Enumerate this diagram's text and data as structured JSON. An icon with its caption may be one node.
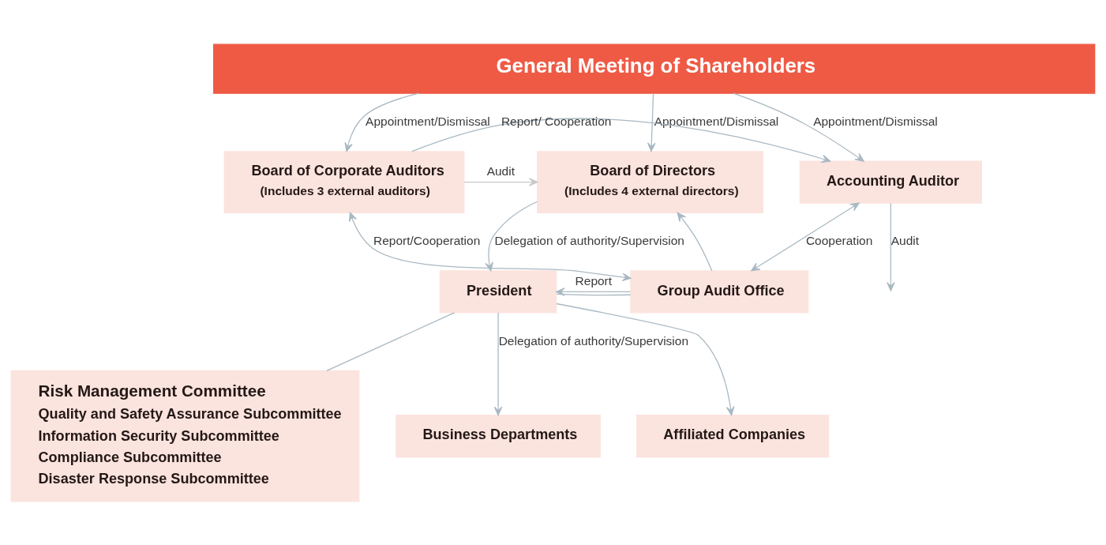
{
  "diagram": {
    "nodes": [
      {
        "text": [
          "General Meeting of Shareholders"
        ]
      },
      {
        "text": [
          "Board of Directors",
          "(Includes 4 external directors)"
        ]
      },
      {
        "text": [
          "Board of Corporate Auditors",
          "(Includes 3 external auditors)"
        ]
      },
      {
        "text": [
          "Accounting Auditor"
        ]
      },
      {
        "text": [
          "President"
        ]
      },
      {
        "text": [
          "Group Audit Office"
        ]
      },
      {
        "text": [
          "Risk Management Committee",
          "Quality and Safety Assurance Subcommittee",
          "Information Security Subcommittee",
          "Compliance Subcommittee",
          "Disaster Response Subcommittee"
        ]
      },
      {
        "text": [
          "Business Departments"
        ]
      },
      {
        "text": [
          "Affiliated Companies"
        ]
      }
    ],
    "edges": [
      {
        "from": 0,
        "to": 1,
        "arrow": "to",
        "label": "Appointment/Dismissal"
      },
      {
        "from": 0,
        "to": 2,
        "arrow": "to",
        "label": "Appointment/Dismissal"
      },
      {
        "from": 0,
        "to": 3,
        "arrow": "to",
        "label": "Appointment/Dismissal"
      },
      {
        "from": 2,
        "to": 1,
        "arrow": "to",
        "label": "Audit",
        "color": "#c8c8c8"
      },
      {
        "from": 2,
        "to": 3,
        "arrow": "to",
        "label": "Report/ Cooperation"
      },
      {
        "from": 1,
        "to": 4,
        "arrow": "to",
        "label": "Delegation of authority/Supervision"
      },
      {
        "from": 5,
        "to": 1,
        "arrow": "to"
      },
      {
        "from": 5,
        "to": 4,
        "arrow": "to",
        "label": "Report"
      },
      {
        "from": 2,
        "to": 5,
        "arrow": "both",
        "label": "Report/Cooperation"
      },
      {
        "from": 3,
        "to": 5,
        "arrow": "both",
        "label": "Cooperation"
      },
      {
        "from": 3,
        "to": null,
        "arrow": "to",
        "label": "Audit"
      },
      {
        "from": 4,
        "to": 5,
        "arrow": "none"
      },
      {
        "from": 4,
        "to": 6,
        "arrow": "none"
      },
      {
        "from": 4,
        "to": 7,
        "arrow": "to",
        "label": "Delegation of authority/Supervision"
      },
      {
        "from": 4,
        "to": 8,
        "arrow": "to"
      }
    ]
  }
}
